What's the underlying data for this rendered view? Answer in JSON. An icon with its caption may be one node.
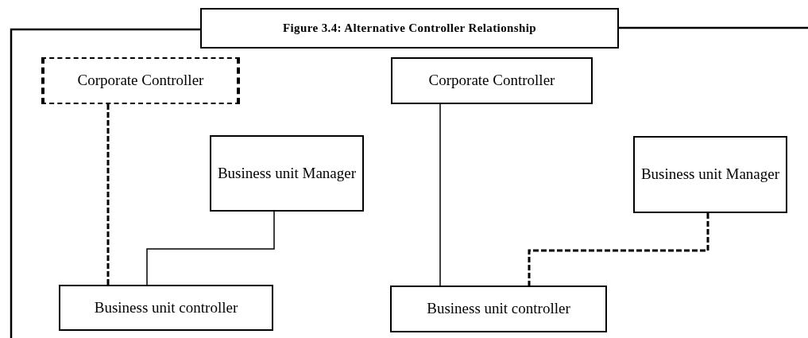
{
  "diagram": {
    "title": "Figure 3.4: Alternative Controller Relationship",
    "nodes": [
      {
        "text": [
          "Corporate Controller"
        ]
      },
      {
        "text": [
          "Business unit Manager"
        ]
      },
      {
        "text": [
          "Business unit controller"
        ]
      },
      {
        "text": [
          "Corporate Controller"
        ]
      },
      {
        "text": [
          "Business unit Manager"
        ]
      },
      {
        "text": [
          "Business unit controller"
        ]
      }
    ],
    "edges": [
      {
        "from": 0,
        "to": 2,
        "arrow": "none",
        "style": "dashed"
      },
      {
        "from": 1,
        "to": 2,
        "arrow": "none"
      },
      {
        "from": 3,
        "to": 5,
        "arrow": "none"
      },
      {
        "from": 4,
        "to": 5,
        "arrow": "none",
        "style": "dashed"
      }
    ]
  }
}
